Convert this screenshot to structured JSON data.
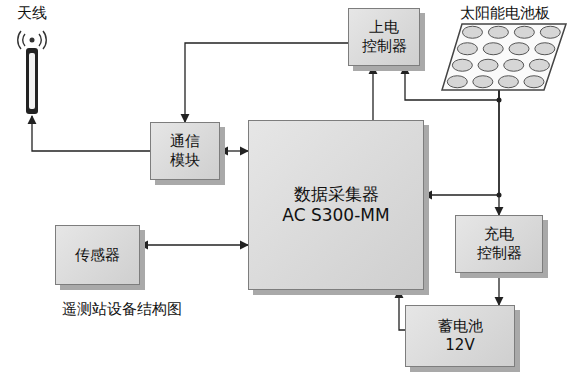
{
  "diagram": {
    "caption": "遥测站设备结构图",
    "nodes": [
      {
        "text": [
          "天线"
        ]
      },
      {
        "text": [
          "上电 控制器"
        ]
      },
      {
        "text": [
          "太阳能电池板"
        ]
      },
      {
        "text": [
          "通信 模块"
        ]
      },
      {
        "text": [
          "数据采集器",
          "AC S300-MM"
        ]
      },
      {
        "text": [
          "传感器"
        ]
      },
      {
        "text": [
          "充电 控制器"
        ]
      },
      {
        "text": [
          "蓄电池 12V"
        ]
      }
    ],
    "edges": [
      {
        "from": 3,
        "to": 0,
        "arrow": "to"
      },
      {
        "from": 1,
        "to": 3,
        "arrow": "to"
      },
      {
        "from": 3,
        "to": 4,
        "arrow": "both"
      },
      {
        "from": 4,
        "to": 1,
        "arrow": "to"
      },
      {
        "from": 5,
        "to": 4,
        "arrow": "both"
      },
      {
        "from": 2,
        "to": 6,
        "arrow": "to"
      },
      {
        "from": 2,
        "to": 4,
        "arrow": "to"
      },
      {
        "from": 2,
        "to": 1,
        "arrow": "to"
      },
      {
        "from": 6,
        "to": 7,
        "arrow": "to"
      },
      {
        "from": 7,
        "to": 4,
        "arrow": "to"
      }
    ]
  }
}
